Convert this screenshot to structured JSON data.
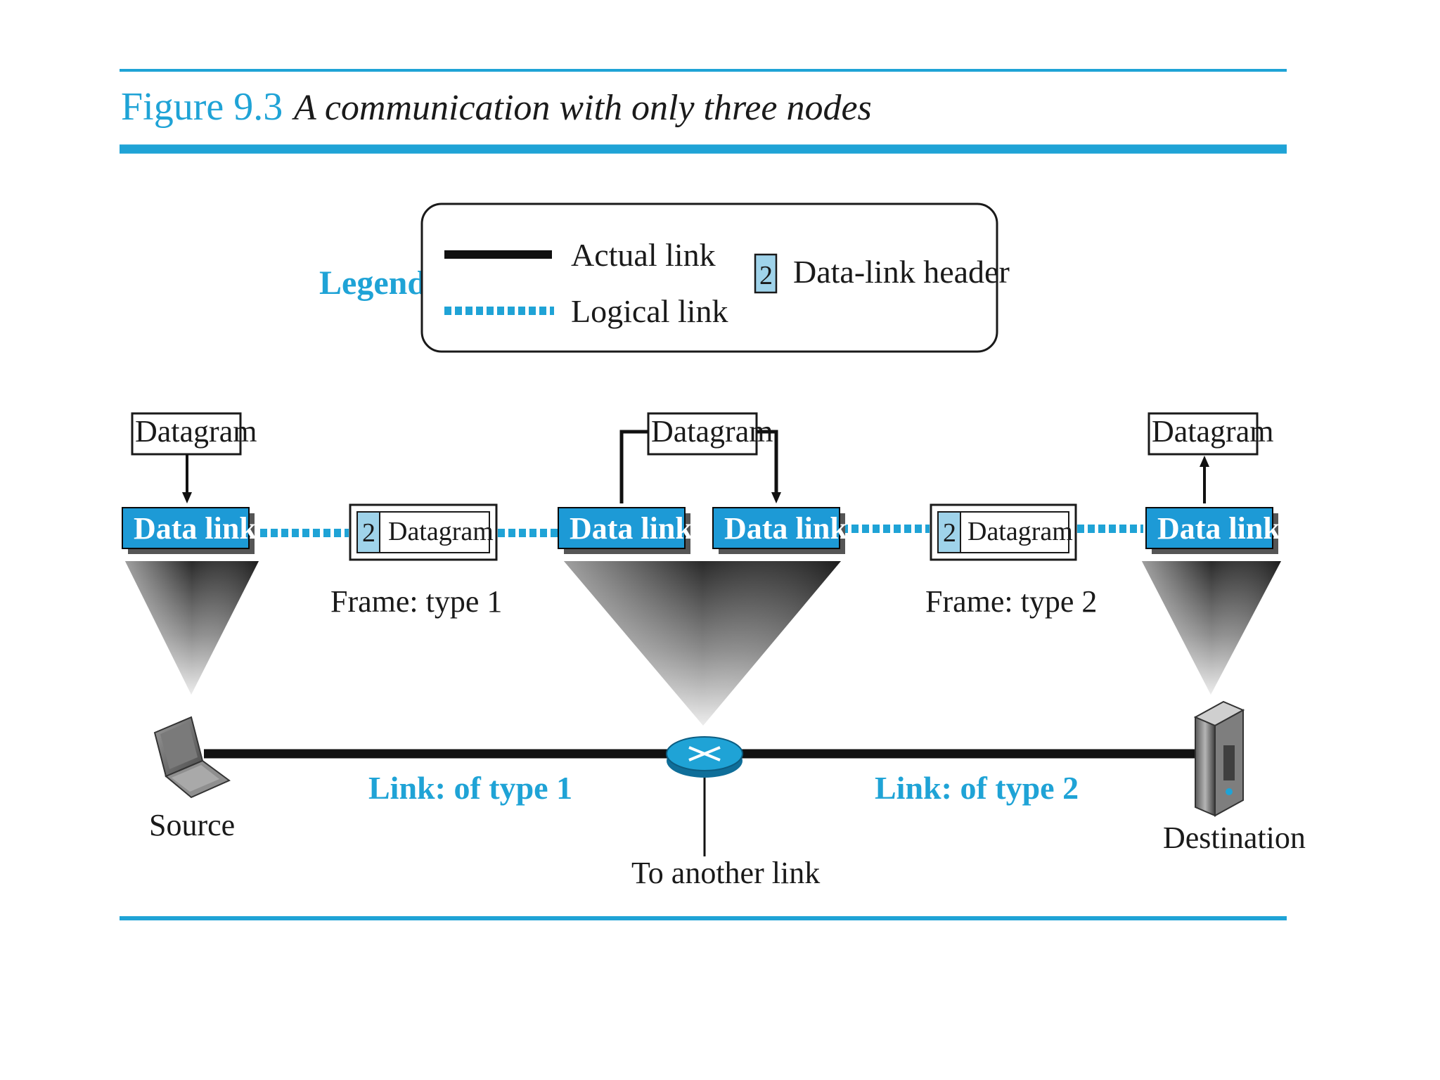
{
  "figure": {
    "number": "Figure 9.3",
    "title": "A communication with only three nodes"
  },
  "legend": {
    "heading": "Legend",
    "actual_link": "Actual link",
    "logical_link": "Logical link",
    "header_num": "2",
    "data_link_header": "Data-link header"
  },
  "layers": {
    "datagram": "Datagram",
    "data_link": "Data link",
    "header_num": "2"
  },
  "frames": {
    "frame1": "Frame: type 1",
    "frame2": "Frame: type 2"
  },
  "links": {
    "type1": "Link: of type 1",
    "type2": "Link: of type 2"
  },
  "nodes": {
    "source": "Source",
    "destination": "Destination",
    "router_note": "To another link"
  },
  "colors": {
    "accent": "#1fa3d6",
    "data_link_fill": "#1d9ad6"
  }
}
